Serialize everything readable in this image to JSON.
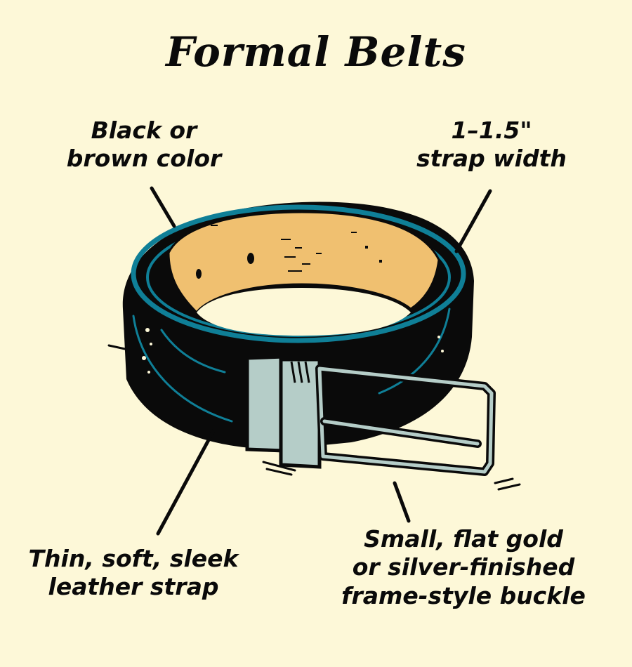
{
  "title": "Formal Belts",
  "colors": {
    "background": "#fdf8d8",
    "ink": "#0a0a0a",
    "strap_highlight": "#0f7f97",
    "strap_interior": "#f0c070",
    "buckle_metal": "#b5cdc8"
  },
  "callouts": [
    {
      "lines": [
        "Black or",
        "brown color"
      ],
      "target": "strap-color"
    },
    {
      "lines": [
        "1–1.5\"",
        "strap width"
      ],
      "target": "strap-edge"
    },
    {
      "lines": [
        "Thin, soft, sleek",
        "leather strap"
      ],
      "target": "strap-body"
    },
    {
      "lines": [
        "Small, flat gold",
        "or silver-finished",
        "frame-style buckle"
      ],
      "target": "buckle"
    }
  ]
}
